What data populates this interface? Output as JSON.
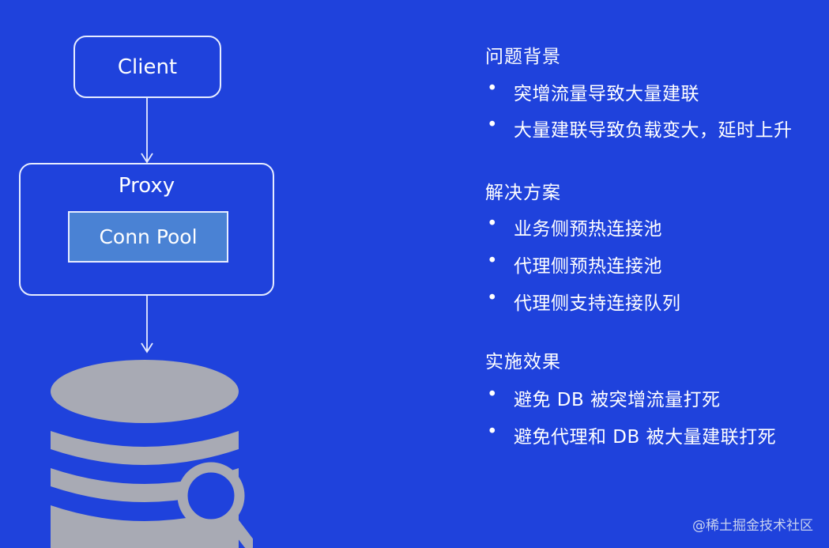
{
  "diagram": {
    "client_label": "Client",
    "proxy_label": "Proxy",
    "pool_label": "Conn Pool"
  },
  "icons": {
    "database": "database-search-icon"
  },
  "sections": [
    {
      "heading": "问题背景",
      "items": [
        "突增流量导致大量建联",
        "大量建联导致负载变大，延时上升"
      ]
    },
    {
      "heading": "解决方案",
      "items": [
        "业务侧预热连接池",
        "代理侧预热连接池",
        "代理侧支持连接队列"
      ]
    },
    {
      "heading": "实施效果",
      "items": [
        "避免 DB 被突增流量打死",
        "避免代理和 DB 被大量建联打死"
      ]
    }
  ],
  "bullet_char": "•",
  "watermark": "@稀土掘金技术社区",
  "colors": {
    "background": "#1f42dc",
    "pool_fill": "#4a82d4",
    "icon_gray": "#a8aab4"
  }
}
